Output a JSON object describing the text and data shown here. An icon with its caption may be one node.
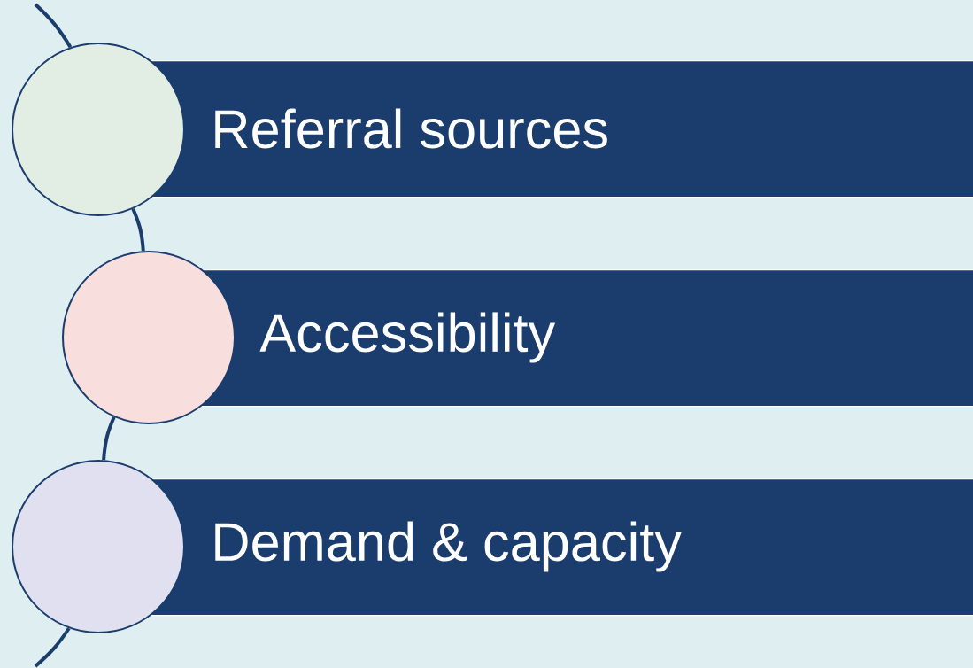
{
  "diagram": {
    "nodes": [
      {
        "text": [
          "Referral sources"
        ]
      },
      {
        "text": [
          "Accessibility"
        ]
      },
      {
        "text": [
          "Demand & capacity"
        ]
      },
      {
        "text": [],
        "shape": "circle"
      },
      {
        "text": [],
        "shape": "circle"
      },
      {
        "text": [],
        "shape": "circle"
      }
    ],
    "edges": [
      {
        "from": null,
        "to": 3,
        "arrow": "none"
      },
      {
        "from": 3,
        "to": 4,
        "arrow": "none"
      },
      {
        "from": 4,
        "to": 5,
        "arrow": "none"
      },
      {
        "from": 5,
        "to": null,
        "arrow": "none"
      }
    ]
  }
}
